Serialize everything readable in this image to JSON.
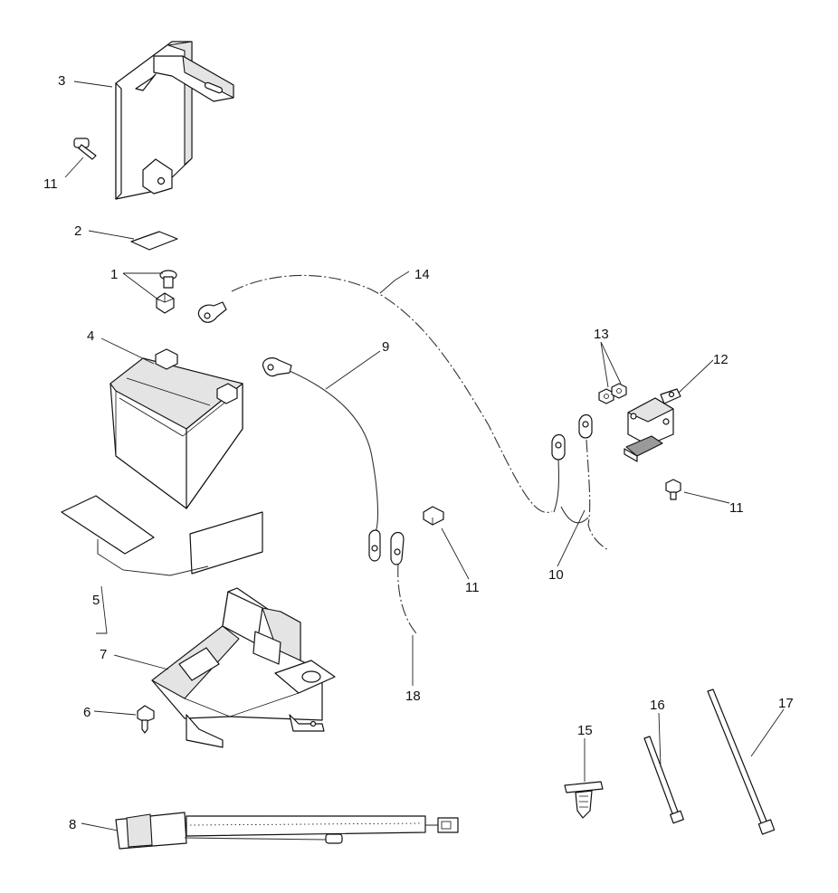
{
  "labels": {
    "p1": "1",
    "p2": "2",
    "p3": "3",
    "p4": "4",
    "p5": "5",
    "p6": "6",
    "p7": "7",
    "p8": "8",
    "p9": "9",
    "p10": "10",
    "p11a": "11",
    "p11b": "11",
    "p11c": "11",
    "p12": "12",
    "p13": "13",
    "p14": "14",
    "p15": "15",
    "p16": "16",
    "p17": "17",
    "p18": "18"
  },
  "colors": {
    "line": "#111111",
    "background": "#ffffff",
    "shade": "#e4e4e4"
  }
}
